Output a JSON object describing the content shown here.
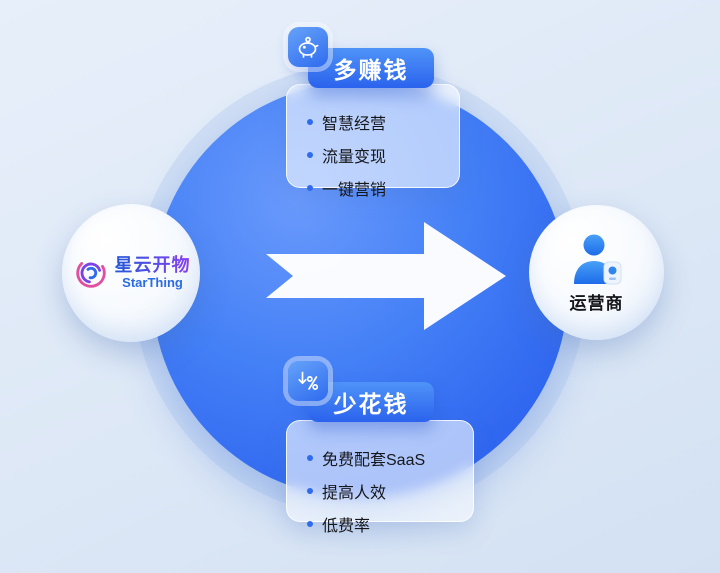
{
  "colors": {
    "background": "#dde8f6",
    "circle_blue_light": "#6a9afc",
    "circle_blue_dark": "#2a5fee",
    "badge_blue_top": "#4f93f8",
    "badge_blue_bottom": "#2b63ed",
    "bullet_blue": "#2e6bee",
    "brand_blue": "#2b6be5",
    "brand_purple": "#8a3ff0",
    "text_dark": "#16171b",
    "arrow_white": "#ffffff"
  },
  "icons": {
    "flow": "arrow-right-icon",
    "left_node": "starthing-swirl-icon",
    "right_node": "person-icon",
    "top_card": "piggy-bank-icon",
    "bottom_card": "discount-percent-icon"
  },
  "left_node": {
    "brand_cn": "星云开物",
    "brand_en": "StarThing"
  },
  "right_node": {
    "label": "运营商"
  },
  "top_card": {
    "title": "多赚钱",
    "items": [
      "智慧经营",
      "流量变现",
      "一键营销"
    ]
  },
  "bottom_card": {
    "title": "少花钱",
    "items": [
      "免费配套SaaS",
      "提高人效",
      "低费率"
    ]
  }
}
